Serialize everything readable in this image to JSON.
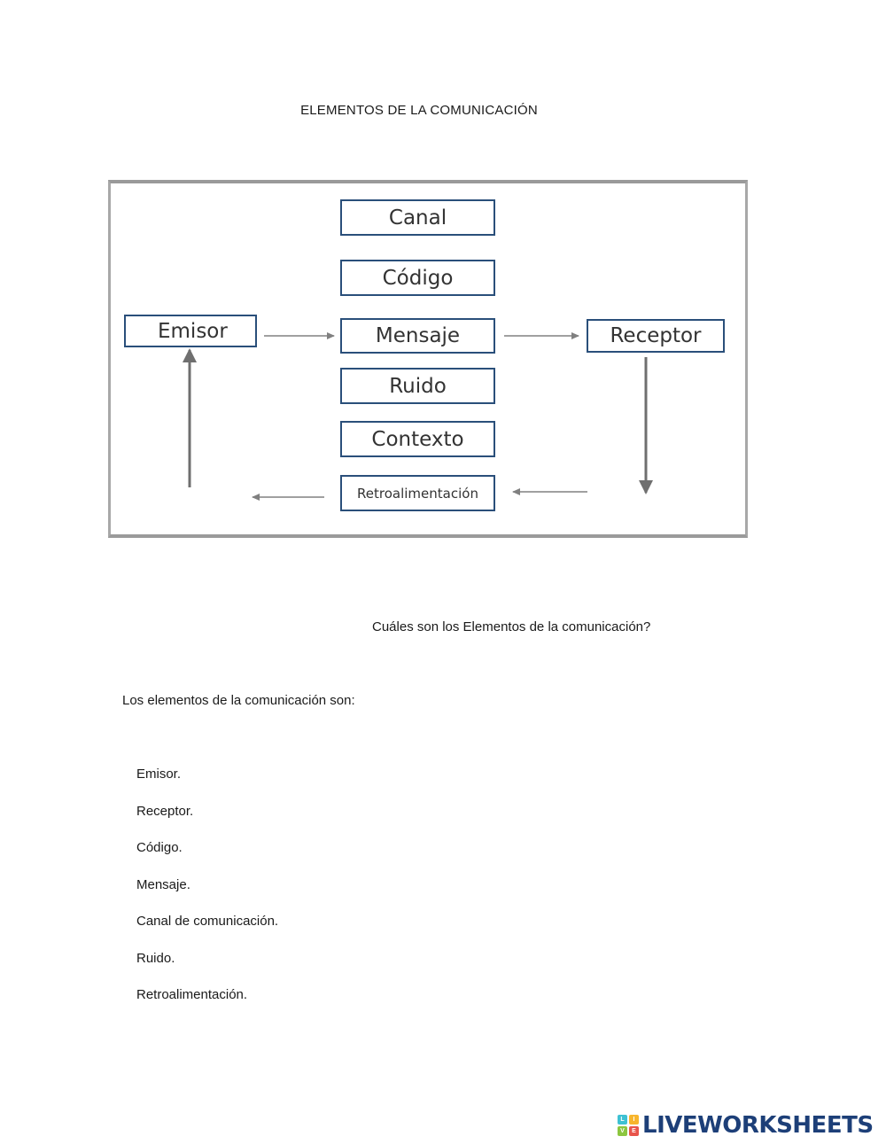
{
  "page": {
    "title": "ELEMENTOS DE LA COMUNICACIÓN",
    "question": "Cuáles son los Elementos de la comunicación?",
    "intro": "Los elementos de la comunicación son:",
    "elements": [
      "Emisor.",
      "Receptor.",
      "Código.",
      "Mensaje.",
      "Canal de comunicación.",
      "Ruido.",
      "Retroalimentación."
    ]
  },
  "diagram": {
    "nodes": {
      "emisor": "Emisor",
      "canal": "Canal",
      "codigo": "Código",
      "mensaje": "Mensaje",
      "ruido": "Ruido",
      "contexto": "Contexto",
      "retroalimentacion": "Retroalimentación",
      "receptor": "Receptor"
    },
    "colors": {
      "node_border": "#2a4f7a",
      "arrow": "#808080",
      "frame": "#9a9a9a"
    }
  },
  "brand": {
    "name": "LIVEWORKSHEETS",
    "block_letters": [
      "L",
      "I",
      "V",
      "E"
    ],
    "block_colors": [
      "#3ec1d3",
      "#f7b52c",
      "#8cc63f",
      "#e8544b"
    ],
    "text_color": "#1d3f78"
  }
}
